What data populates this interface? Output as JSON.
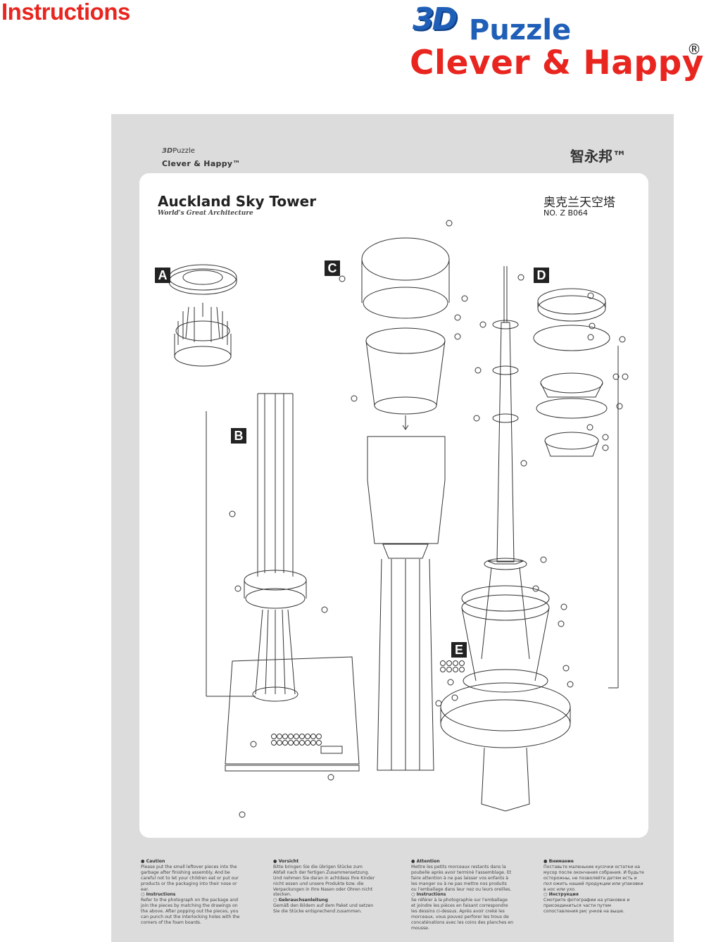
{
  "header": {
    "title": "Instructions",
    "logo": {
      "three_d": "3D",
      "puzzle": "Puzzle",
      "brand": "Clever & Happy",
      "registered": "®"
    }
  },
  "sheet": {
    "logo_small": {
      "three_d": "3D",
      "puzzle": "Puzzle",
      "brand": "Clever & Happy™"
    },
    "cn_logo": "智永邦™",
    "title": "Auckland Sky Tower",
    "subtitle": "World's Great Architecture",
    "title_cn": "奥克兰天空塔",
    "model_no": "NO. Z  B064",
    "sections": [
      "A",
      "B",
      "C",
      "D",
      "E"
    ]
  },
  "notes": [
    {
      "caution_heading": "Caution",
      "caution_text": "Please put the small leftover pieces into the garbage after finishing assembly. And be careful not to let your children eat or put our products or the packaging into their nose or ear.",
      "instr_heading": "Instructions",
      "instr_text": "Refer to the photograph on the package and join the pieces by matching the drawings on the above. After popping out the pieces, you can punch out the interlocking holes with the corners of the foam boards."
    },
    {
      "caution_heading": "Vorsicht",
      "caution_text": "Bitte bringen Sie die übrigen Stücke zum Abfall nach der fertigen Zusammensetzung. Und nehmen Sie daran in achtdass Ihre Kinder nicht essen und unsere Produkte bzw. die Verpackungen in Ihre Nasen oder Ohren nicht stecken.",
      "instr_heading": "Gebrauchsanleitung",
      "instr_text": "Gemäß den Bildern auf dem Paket und setzen Sie die Stücke entsprechend zusammen."
    },
    {
      "caution_heading": "Attention",
      "caution_text": "Mettre les petits morceaux restants dans la poubelle après avoir terminé l'assemblage. Et faire attention à ne pas laisser vos enfants à les manger ou à ne pas mettre nos produits ou l'emballage dans leur nez ou leurs oreilles.",
      "instr_heading": "Instructions",
      "instr_text": "Se référer à la photographie sur l'emballage et joindre les pièces en faisant correspondre les dessins ci-dessus. Après avoir creké les morceaux, vous pouvez perforer les trous de concaténations avec les coins des planches en mousse."
    },
    {
      "caution_heading": "Внимание",
      "caution_text": "Поставьте маленькие кусочки остатки на мусор после окончания собрания. И будьте осторожны, не позволяйте детям есть и пол ожить нашей продукции или упаковки в нос или ухо.",
      "instr_heading": "Инструкция",
      "instr_text": "Смотрите фотографии на упаковке и присоединиться части путем сопоставления рис унков на выше."
    }
  ],
  "colors": {
    "red": "#e8251f",
    "blue": "#1f5fb8",
    "sheet_gray": "#dcdcdc"
  }
}
